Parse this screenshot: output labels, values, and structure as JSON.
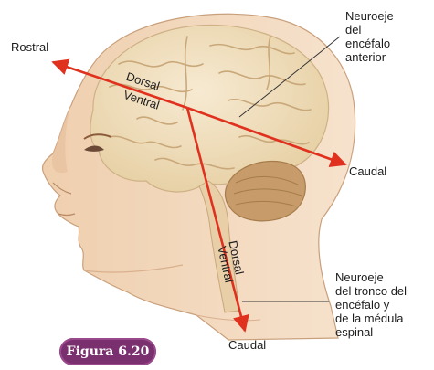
{
  "labels": {
    "rostral": "Rostral",
    "caudal_top": "Caudal",
    "caudal_bottom": "Caudal",
    "dorsal_top": "Dorsal",
    "ventral_top": "Ventral",
    "dorsal_side": "Dorsal",
    "ventral_side": "Ventral",
    "forebrain_axis": "Neuroeje\ndel\nencéfalo\nanterior",
    "brainstem_axis": "Neuroeje\ndel tronco del\nencéfalo y\nde la médula\nespinal"
  },
  "figure_badge": "Figura 6.20",
  "colors": {
    "axis_arrow": "#e0311f",
    "skin": "#f3dcc4",
    "skin_shade": "#e2b894",
    "brain": "#f0ddb8",
    "cerebellum": "#c79c6a",
    "badge": "#7a2f6e"
  }
}
